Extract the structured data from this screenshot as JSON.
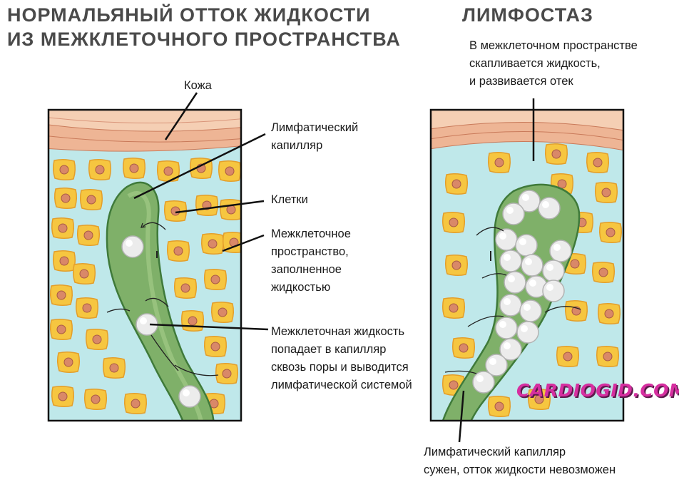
{
  "left": {
    "title_line1": "НОРМАЛЬЯНЫЙ ОТТОК ЖИДКОСТИ",
    "title_line2": "ИЗ МЕЖКЛЕТОЧНОГО ПРОСТРАНСТВА",
    "labels": {
      "skin": "Кожа",
      "capillary_line1": "Лимфатический",
      "capillary_line2": "капилляр",
      "cells": "Клетки",
      "space_line1": "Межклеточное",
      "space_line2": "пространство,",
      "space_line3": "заполненное",
      "space_line4": "жидкостью",
      "fluid_line1": "Межклеточная жидкость",
      "fluid_line2": "попадает в капилляр",
      "fluid_line3": "сквозь поры и выводится",
      "fluid_line4": "лимфатической системой"
    }
  },
  "right": {
    "title": "ЛИМФОСТАЗ",
    "top_line1": "В межклеточном пространстве",
    "top_line2": "скапливается жидкость,",
    "top_line3": "и развивается отек",
    "bottom_line1": "Лимфатический капилляр",
    "bottom_line2": "сужен, отток жидкости невозможен"
  },
  "watermark": "CARDIOGID.COM",
  "colors": {
    "fluid": "#bfe8ea",
    "cell": "#f6c640",
    "nucleus": "#d98868",
    "skin": "#eeb595",
    "capillary": "#7fb069",
    "drop": "#ececec"
  }
}
